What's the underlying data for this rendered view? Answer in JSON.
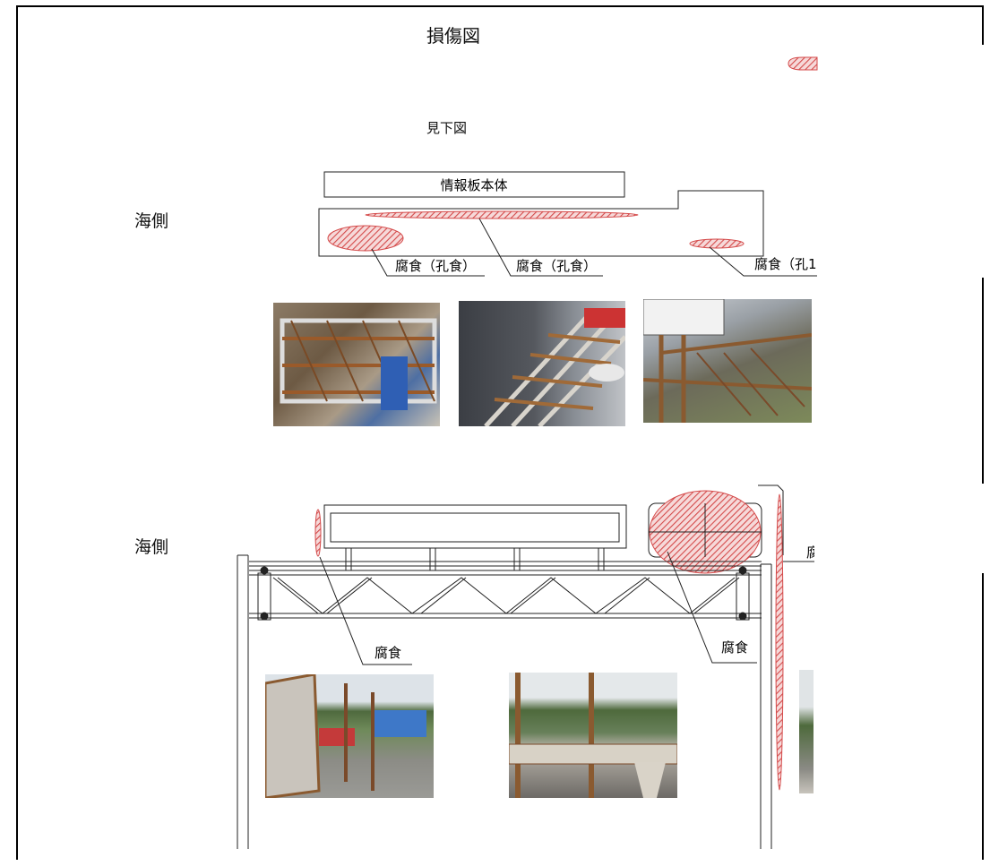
{
  "page": {
    "title": "損傷図",
    "plan_view_label": "見下図",
    "sea_side_label": "海側"
  },
  "plan_view": {
    "panel_label": "情報板本体",
    "callouts": [
      "腐食（孔食）",
      "腐食（孔食）",
      "腐食（孔1"
    ]
  },
  "elevation_view": {
    "callouts": [
      "腐食",
      "腐食",
      "腐"
    ]
  },
  "colors": {
    "damage_hatch": "#d44a4a",
    "line": "#222222"
  }
}
